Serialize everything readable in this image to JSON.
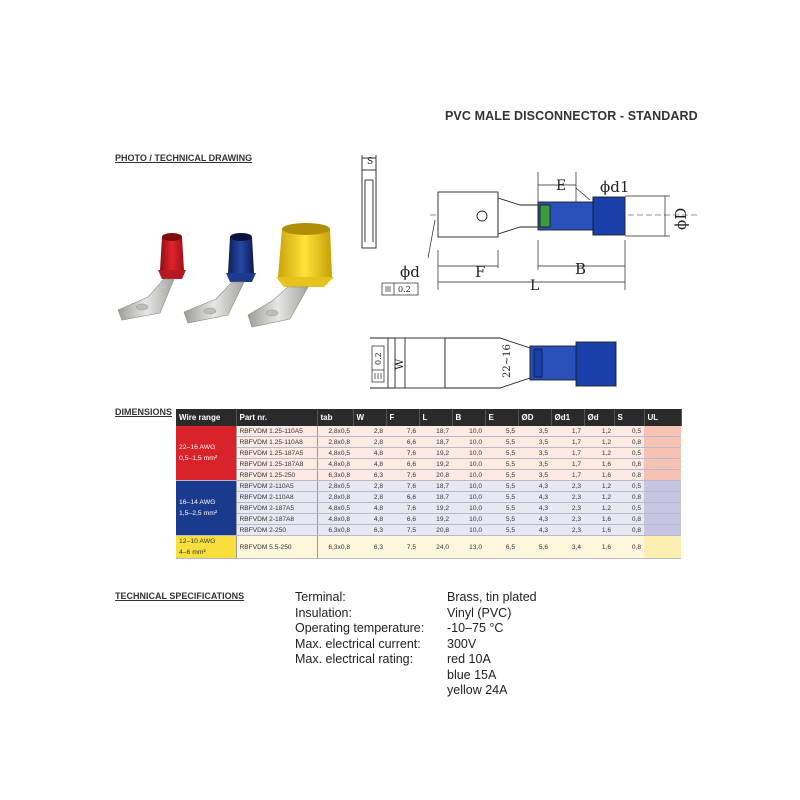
{
  "title": "PVC MALE DISCONNECTOR - STANDARD",
  "sections": {
    "photo": "PHOTO / TECHNICAL DRAWING",
    "dimensions": "DIMENSIONS",
    "technical": "TECHNICAL SPECIFICATIONS"
  },
  "drawing_labels": {
    "s": "S",
    "e": "E",
    "phi_d1": "ϕd1",
    "phi_D": "ϕD",
    "phi_d": "ϕd",
    "f": "F",
    "b": "B",
    "l": "L",
    "tol1": "0.2",
    "tol2": "0.2",
    "w": "W",
    "gauge": "22~16"
  },
  "colors": {
    "red": "#d9222a",
    "blue": "#1a3a8e",
    "yellow": "#f8df3e",
    "header": "#2a2a2a"
  },
  "table": {
    "headers": [
      "Wire range",
      "Part nr.",
      "tab",
      "W",
      "F",
      "L",
      "B",
      "E",
      "ØD",
      "Ød1",
      "Ød",
      "S",
      "UL"
    ],
    "groups": [
      {
        "color": "red",
        "range_awg": "22–16 AWG",
        "range_mm": "0,5–1,5 mm²",
        "rows": [
          [
            "RBFVDM 1.25-110A5",
            "2,8x0,5",
            "2,8",
            "7,6",
            "18,7",
            "10,0",
            "5,5",
            "3,5",
            "1,7",
            "1,2",
            "0,5"
          ],
          [
            "RBFVDM 1.25-110A8",
            "2,8x0,8",
            "2,8",
            "6,6",
            "18,7",
            "10,0",
            "5,5",
            "3,5",
            "1,7",
            "1,2",
            "0,8"
          ],
          [
            "RBFVDM 1.25-187A5",
            "4,8x0,5",
            "4,8",
            "7,6",
            "19,2",
            "10,0",
            "5,5",
            "3,5",
            "1,7",
            "1,2",
            "0,5"
          ],
          [
            "RBFVDM 1.25-187A8",
            "4,8x0,8",
            "4,8",
            "6,6",
            "19,2",
            "10,0",
            "5,5",
            "3,5",
            "1,7",
            "1,6",
            "0,8"
          ],
          [
            "RBFVDM 1.25-250",
            "6,3x0,8",
            "6,3",
            "7,6",
            "20,8",
            "10,0",
            "5,5",
            "3,5",
            "1,7",
            "1,6",
            "0,8"
          ]
        ]
      },
      {
        "color": "blue",
        "range_awg": "16–14 AWG",
        "range_mm": "1,5–2,5 mm²",
        "rows": [
          [
            "RBFVDM 2-110A5",
            "2,8x0,5",
            "2,8",
            "7,6",
            "18,7",
            "10,0",
            "5,5",
            "4,3",
            "2,3",
            "1,2",
            "0,5"
          ],
          [
            "RBFVDM 2-110A8",
            "2,8x0,8",
            "2,8",
            "6,6",
            "18,7",
            "10,0",
            "5,5",
            "4,3",
            "2,3",
            "1,2",
            "0,8"
          ],
          [
            "RBFVDM 2-187A5",
            "4,8x0,5",
            "4,8",
            "7,6",
            "19,2",
            "10,0",
            "5,5",
            "4,3",
            "2,3",
            "1,2",
            "0,5"
          ],
          [
            "RBFVDM 2-187A8",
            "4,8x0,8",
            "4,8",
            "6,6",
            "19,2",
            "10,0",
            "5,5",
            "4,3",
            "2,3",
            "1,6",
            "0,8"
          ],
          [
            "RBFVDM 2-250",
            "6,3x0,8",
            "6,3",
            "7,5",
            "20,8",
            "10,0",
            "5,5",
            "4,3",
            "2,3",
            "1,6",
            "0,8"
          ]
        ]
      },
      {
        "color": "yellow",
        "range_awg": "12–10 AWG",
        "range_mm": "4–6 mm²",
        "rows": [
          [
            "RBFVDM 5.5-250",
            "6,3x0,8",
            "6,3",
            "7,5",
            "24,0",
            "13,0",
            "6,5",
            "5,6",
            "3,4",
            "1,6",
            "0,8"
          ]
        ]
      }
    ]
  },
  "specs": [
    {
      "label": "Terminal:",
      "value": "Brass, tin plated"
    },
    {
      "label": "Insulation:",
      "value": "Vinyl (PVC)"
    },
    {
      "label": "Operating temperature:",
      "value": "-10–75 °C"
    },
    {
      "label": "Max. electrical current:",
      "value": "300V"
    },
    {
      "label": "Max. electrical rating:",
      "value": "red 10A"
    },
    {
      "label": "",
      "value": "blue 15A"
    },
    {
      "label": "",
      "value": "yellow 24A"
    }
  ]
}
